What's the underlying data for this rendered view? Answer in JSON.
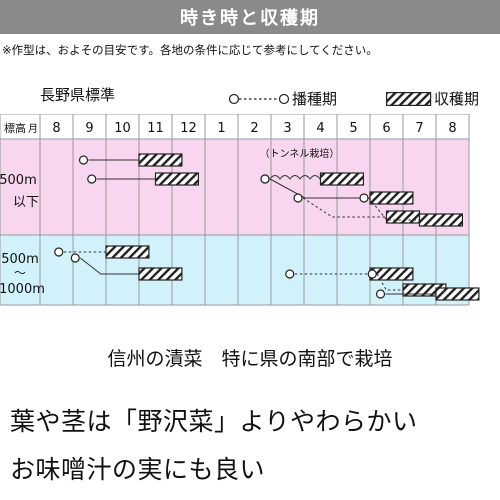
{
  "title": "時き時と収穫期",
  "note": "※作型は、およその目安です。各地の条件に応じて参考にしてください。",
  "standard_label": "長野県標準",
  "legend": {
    "sowing": "播種期",
    "harvest": "収穫期"
  },
  "header": {
    "altitude": "標高",
    "month_unit": "月",
    "months": [
      "8",
      "9",
      "10",
      "11",
      "12",
      "1",
      "2",
      "3",
      "4",
      "5",
      "6",
      "7",
      "8"
    ]
  },
  "rows": [
    {
      "label": [
        "500m",
        "以下"
      ]
    },
    {
      "label": [
        "500m",
        "〜",
        "1000m"
      ]
    }
  ],
  "tunnel_label": "（トンネル栽培）",
  "colors": {
    "title_bg": "#8a8a8a",
    "row_pink": "#f8d6ef",
    "row_blue": "#d2f2fb",
    "grid": "#999999"
  },
  "schedules": [
    {
      "row": 0,
      "sow": 9.0,
      "harvest": [
        11.0,
        12.3
      ],
      "style": "solid"
    },
    {
      "row": 0,
      "sow": 9.25,
      "harvest": [
        11.5,
        12.8
      ],
      "style": "solid"
    },
    {
      "row": 0,
      "sow": 14.5,
      "harvest": [
        16.5,
        17.8
      ],
      "style": "tunnel"
    },
    {
      "row": 0,
      "sow": 14.5,
      "harvest": [
        18.0,
        19.3
      ],
      "style": "solid"
    },
    {
      "row": 0,
      "sow": 15.5,
      "harvest": [
        18.5,
        19.5
      ],
      "style": "dotted"
    },
    {
      "row": 0,
      "sow": 17.5,
      "harvest": [
        19.5,
        20.8
      ],
      "style": "dotted"
    },
    {
      "row": 1,
      "sow": 8.25,
      "harvest": [
        10.0,
        11.3
      ],
      "style": "dotted"
    },
    {
      "row": 1,
      "sow": 8.75,
      "harvest": [
        11.0,
        12.3
      ],
      "style": "solid"
    },
    {
      "row": 1,
      "sow": 15.25,
      "harvest": [
        18.0,
        19.3
      ],
      "style": "dotted"
    },
    {
      "row": 1,
      "sow": 17.75,
      "harvest": [
        19.0,
        20.3
      ],
      "style": "dotted"
    },
    {
      "row": 1,
      "sow": 18.0,
      "harvest": [
        20.0,
        21.3
      ],
      "style": "solid"
    }
  ],
  "caption": "信州の漬菜　特に県の南部で栽培",
  "description": [
    "葉や茎は「野沢菜」よりやわらかい",
    "お味噌汁の実にも良い"
  ]
}
